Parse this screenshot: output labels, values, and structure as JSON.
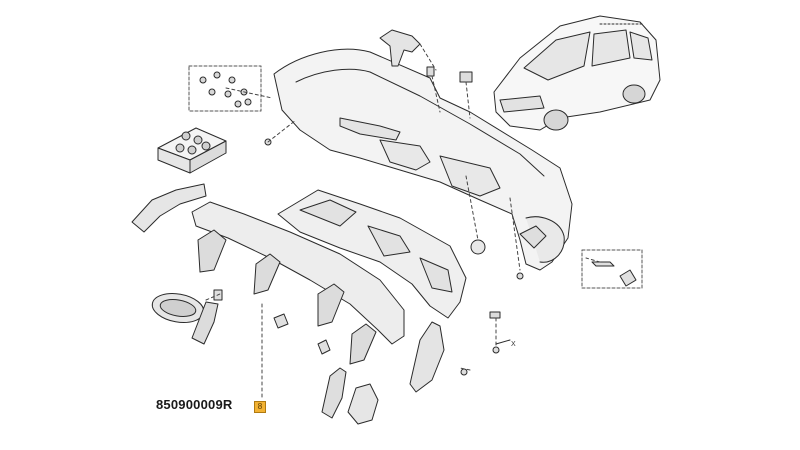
{
  "diagram": {
    "part_number_label": "850900009R",
    "callout_number": "8",
    "axis_marker": "X"
  }
}
